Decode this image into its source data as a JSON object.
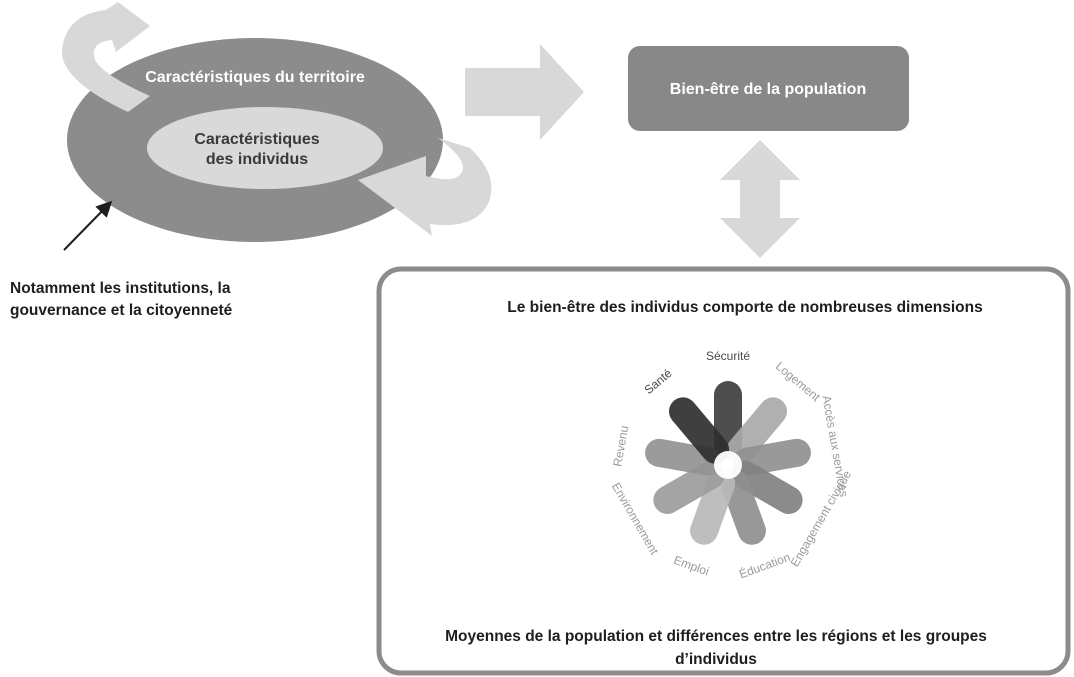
{
  "territory": {
    "outer_label": "Caractéristiques du territoire",
    "inner_label_line1": "Caractéristiques",
    "inner_label_line2": "des individus"
  },
  "note": {
    "line1": "Notamment les institutions, la",
    "line2": "gouvernance et la citoyenneté"
  },
  "wellbeing_box": {
    "label": "Bien-être de la population"
  },
  "dimensions_panel": {
    "title": "Le bien-être des individus comporte de nombreuses dimensions",
    "footer_line1": "Moyennes de la population et différences entre les régions et les groupes",
    "footer_line2": "d’individus"
  },
  "dimensions": [
    {
      "name": "Sécurité",
      "color": "#3f3f3f"
    },
    {
      "name": "Logement",
      "color": "#a9a9a9"
    },
    {
      "name": "Accès aux services",
      "color": "#909090"
    },
    {
      "name": "Engagement civique",
      "color": "#818181"
    },
    {
      "name": "Éducation",
      "color": "#8f8f8f"
    },
    {
      "name": "Emploi",
      "color": "#b8b8b8"
    },
    {
      "name": "Environnement",
      "color": "#9c9c9c"
    },
    {
      "name": "Revenu",
      "color": "#939393"
    },
    {
      "name": "Santé",
      "color": "#2f2f2f"
    }
  ],
  "colors": {
    "outer_ellipse": "#8c8c8c",
    "inner_ellipse": "#d9d9d9",
    "light_arrow": "#d8d8d8",
    "wellbeing_box": "#888888",
    "panel_border": "#8c8c8c"
  }
}
